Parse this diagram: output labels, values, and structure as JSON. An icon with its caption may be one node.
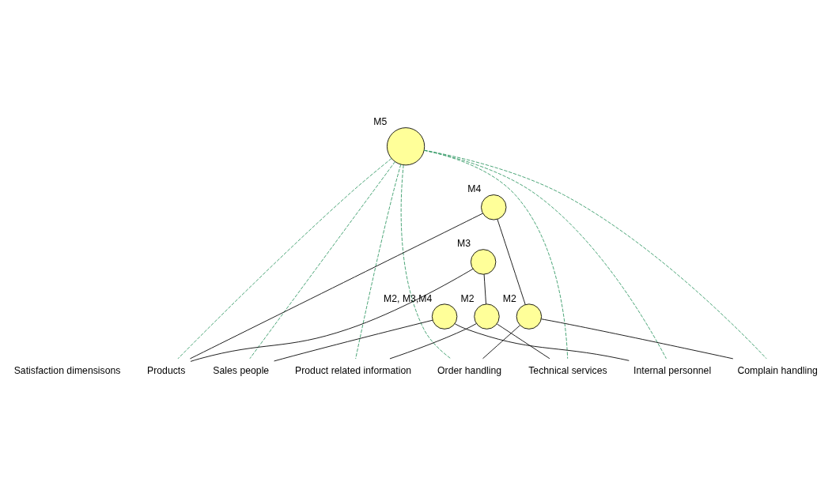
{
  "diagram": {
    "nodes": [
      {
        "text": [],
        "shape": "circle",
        "beside": [
          "M5"
        ]
      },
      {
        "text": [],
        "shape": "circle",
        "beside": [
          "M4"
        ]
      },
      {
        "text": [],
        "shape": "circle",
        "beside": [
          "M3"
        ]
      },
      {
        "text": [],
        "shape": "circle",
        "beside": [
          "M2"
        ]
      },
      {
        "text": [],
        "shape": "circle",
        "beside": [
          "M2, M3,M4"
        ]
      },
      {
        "text": [],
        "shape": "circle",
        "beside": [
          "M2"
        ]
      },
      {
        "text": [
          "Products"
        ]
      },
      {
        "text": [
          "Sales people"
        ]
      },
      {
        "text": [
          "Product related information"
        ]
      },
      {
        "text": [
          "Order handling"
        ]
      },
      {
        "text": [
          "Technical services"
        ]
      },
      {
        "text": [
          "Internal personnel"
        ]
      },
      {
        "text": [
          "Complain handling"
        ]
      }
    ],
    "edges": [
      {
        "from": 2,
        "to": 6,
        "arrow": "none"
      },
      {
        "from": 2,
        "to": 5,
        "arrow": "none"
      },
      {
        "from": 1,
        "to": 6,
        "arrow": "none"
      },
      {
        "from": 1,
        "to": 3,
        "arrow": "none"
      },
      {
        "from": 3,
        "to": 9,
        "arrow": "none"
      },
      {
        "from": 3,
        "to": 12,
        "arrow": "none"
      },
      {
        "from": 5,
        "to": 8,
        "arrow": "none"
      },
      {
        "from": 5,
        "to": 10,
        "arrow": "none"
      },
      {
        "from": 4,
        "to": 7,
        "arrow": "none"
      },
      {
        "from": 4,
        "to": 11,
        "arrow": "none"
      },
      {
        "from": 0,
        "to": 6,
        "arrow": "none",
        "style": "dashed",
        "color": "#339966"
      },
      {
        "from": 0,
        "to": 7,
        "arrow": "none",
        "style": "dashed",
        "color": "#339966"
      },
      {
        "from": 0,
        "to": 8,
        "arrow": "none",
        "style": "dashed",
        "color": "#339966"
      },
      {
        "from": 0,
        "to": 9,
        "arrow": "none",
        "style": "dashed",
        "color": "#339966"
      },
      {
        "from": 0,
        "to": 10,
        "arrow": "none",
        "style": "dashed",
        "color": "#339966"
      },
      {
        "from": 0,
        "to": 11,
        "arrow": "none",
        "style": "dashed",
        "color": "#339966"
      },
      {
        "from": 0,
        "to": 12,
        "arrow": "none",
        "style": "dashed",
        "color": "#339966"
      }
    ],
    "labels": [
      "Satisfaction dimensisons"
    ]
  }
}
